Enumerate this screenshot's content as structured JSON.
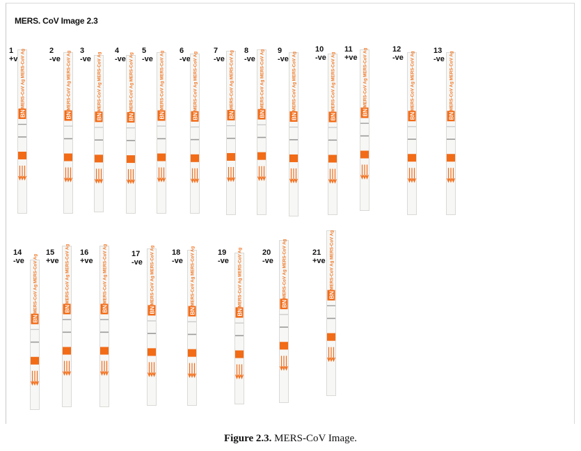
{
  "photo": {
    "title": "MERS. CoV Image 2.3",
    "strip_text": "MERS-CoV Ag",
    "brand_mark": "BN",
    "colors": {
      "strip": "#f7f7f5",
      "strip_edge": "#d9d9d6",
      "orange": "#f26b16",
      "text_orange": "#f07a2a",
      "test_line": "#9a9a9a",
      "faint_line": "#c9c9c9"
    }
  },
  "strips": [
    {
      "number": "1",
      "result": "+ve"
    },
    {
      "number": "2",
      "result": "-ve"
    },
    {
      "number": "3",
      "result": "-ve"
    },
    {
      "number": "4",
      "result": "-ve"
    },
    {
      "number": "5",
      "result": "-ve"
    },
    {
      "number": "6",
      "result": "-ve"
    },
    {
      "number": "7",
      "result": "-ve"
    },
    {
      "number": "8",
      "result": "-ve"
    },
    {
      "number": "9",
      "result": "-ve"
    },
    {
      "number": "10",
      "result": "-ve"
    },
    {
      "number": "11",
      "result": "+ve"
    },
    {
      "number": "12",
      "result": "-ve"
    },
    {
      "number": "13",
      "result": "-ve"
    },
    {
      "number": "14",
      "result": "-ve"
    },
    {
      "number": "15",
      "result": "+ve"
    },
    {
      "number": "16",
      "result": "+ve"
    },
    {
      "number": "17",
      "result": "-ve"
    },
    {
      "number": "18",
      "result": "-ve"
    },
    {
      "number": "19",
      "result": "-ve"
    },
    {
      "number": "20",
      "result": "-ve"
    },
    {
      "number": "21",
      "result": "+ve"
    }
  ],
  "caption": {
    "label": "Figure 2.3.",
    "text": " MERS-CoV Image."
  }
}
